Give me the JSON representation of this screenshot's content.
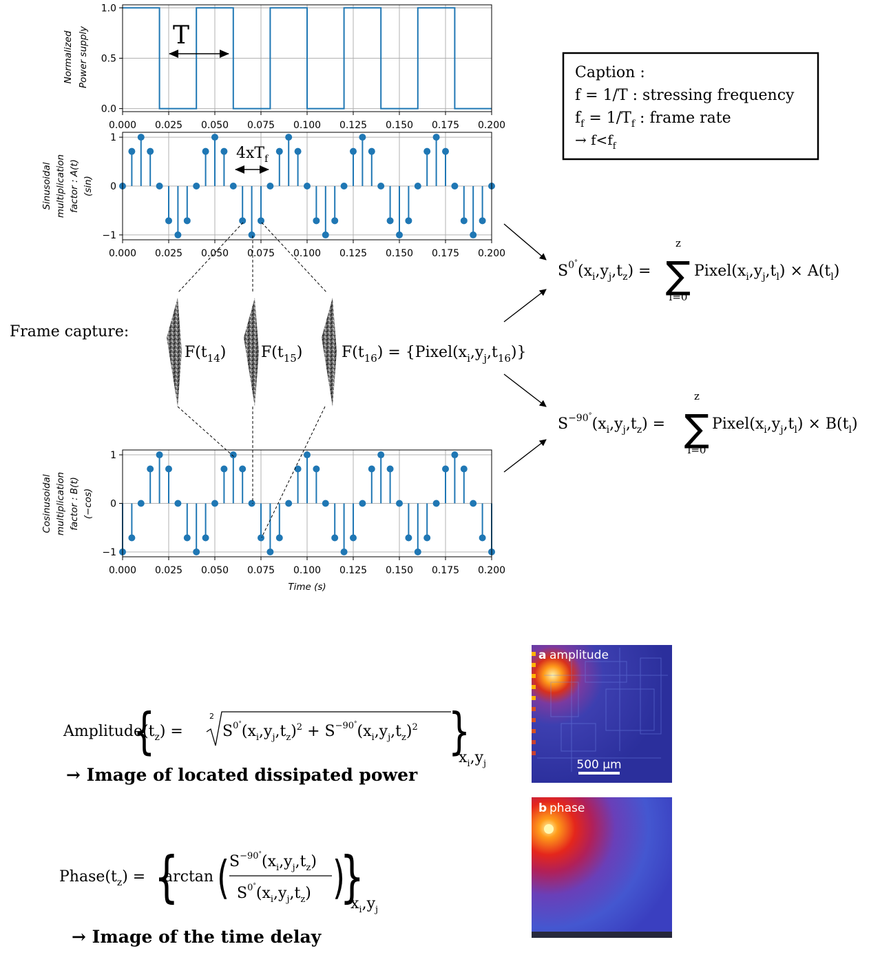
{
  "colors": {
    "series": "#1f77b4"
  },
  "chart_data": [
    {
      "type": "line",
      "step": true,
      "ylabel": [
        "Normalized",
        "Power supply"
      ],
      "xlim": [
        0.0,
        0.2
      ],
      "ylim": [
        -0.03,
        1.03
      ],
      "grid": true,
      "xticks": [
        "0.000",
        "0.025",
        "0.050",
        "0.075",
        "0.100",
        "0.125",
        "0.150",
        "0.175",
        "0.200"
      ],
      "yticks": [
        "0.0",
        "0.5",
        "1.0"
      ],
      "ytick_values": [
        0,
        0.5,
        1
      ],
      "x": [
        0.0,
        0.02,
        0.02,
        0.04,
        0.04,
        0.06,
        0.06,
        0.08,
        0.08,
        0.1,
        0.1,
        0.12,
        0.12,
        0.14,
        0.14,
        0.16,
        0.16,
        0.18,
        0.18,
        0.2
      ],
      "y": [
        1,
        1,
        0,
        0,
        1,
        1,
        0,
        0,
        1,
        1,
        0,
        0,
        1,
        1,
        0,
        0,
        1,
        1,
        0,
        0
      ],
      "annotation": "T"
    },
    {
      "type": "stem",
      "ylabel": [
        "Sinusoidal",
        "multiplication",
        "factor : A(t)",
        "(sin)"
      ],
      "xlim": [
        0.0,
        0.2
      ],
      "ylim": [
        -1.1,
        1.1
      ],
      "grid": true,
      "xticks": [
        "0.000",
        "0.025",
        "0.050",
        "0.075",
        "0.100",
        "0.125",
        "0.150",
        "0.175",
        "0.200"
      ],
      "yticks": [
        "−1",
        "0",
        "1"
      ],
      "ytick_values": [
        -1,
        0,
        1
      ],
      "x": [
        0.0,
        0.005,
        0.01,
        0.015,
        0.02,
        0.025,
        0.03,
        0.035,
        0.04,
        0.045,
        0.05,
        0.055,
        0.06,
        0.065,
        0.07,
        0.075,
        0.08,
        0.085,
        0.09,
        0.095,
        0.1,
        0.105,
        0.11,
        0.115,
        0.12,
        0.125,
        0.13,
        0.135,
        0.14,
        0.145,
        0.15,
        0.155,
        0.16,
        0.165,
        0.17,
        0.175,
        0.18,
        0.185,
        0.19,
        0.195,
        0.2
      ],
      "y": [
        0,
        0.71,
        1,
        0.71,
        0,
        -0.71,
        -1,
        -0.71,
        0,
        0.71,
        1,
        0.71,
        0,
        -0.71,
        -1,
        -0.71,
        0,
        0.71,
        1,
        0.71,
        0,
        -0.71,
        -1,
        -0.71,
        0,
        0.71,
        1,
        0.71,
        0,
        -0.71,
        -1,
        -0.71,
        0,
        0.71,
        1,
        0.71,
        0,
        -0.71,
        -1,
        -0.71,
        0
      ],
      "annotation": "4xT",
      "annotation_sub": "f"
    },
    {
      "type": "stem",
      "ylabel": [
        "Cosinusoidal",
        "multiplication",
        "factor : B(t)",
        "(−cos)"
      ],
      "xlabel": "Time (s)",
      "xlim": [
        0.0,
        0.2
      ],
      "ylim": [
        -1.1,
        1.1
      ],
      "grid": true,
      "xticks": [
        "0.000",
        "0.025",
        "0.050",
        "0.075",
        "0.100",
        "0.125",
        "0.150",
        "0.175",
        "0.200"
      ],
      "yticks": [
        "−1",
        "0",
        "1"
      ],
      "ytick_values": [
        -1,
        0,
        1
      ],
      "x": [
        0.0,
        0.005,
        0.01,
        0.015,
        0.02,
        0.025,
        0.03,
        0.035,
        0.04,
        0.045,
        0.05,
        0.055,
        0.06,
        0.065,
        0.07,
        0.075,
        0.08,
        0.085,
        0.09,
        0.095,
        0.1,
        0.105,
        0.11,
        0.115,
        0.12,
        0.125,
        0.13,
        0.135,
        0.14,
        0.145,
        0.15,
        0.155,
        0.16,
        0.165,
        0.17,
        0.175,
        0.18,
        0.185,
        0.19,
        0.195,
        0.2
      ],
      "y": [
        -1,
        -0.71,
        0,
        0.71,
        1,
        0.71,
        0,
        -0.71,
        -1,
        -0.71,
        0,
        0.71,
        1,
        0.71,
        0,
        -0.71,
        -1,
        -0.71,
        0,
        0.71,
        1,
        0.71,
        0,
        -0.71,
        -1,
        -0.71,
        0,
        0.71,
        1,
        0.71,
        0,
        -0.71,
        -1,
        -0.71,
        0,
        0.71,
        1,
        0.71,
        0,
        -0.71,
        -1
      ]
    }
  ],
  "caption": {
    "title": "Caption :",
    "line1": "f = 1/T : stressing frequency",
    "line2_a": "f",
    "line2_sub": "f",
    "line2_b": " = 1/T",
    "line2_sub2": "f",
    "line2_c": " : frame rate",
    "line3_arrow": "→",
    "line3_a": " f<f",
    "line3_sub": "f"
  },
  "frames": {
    "label": "Frame capture:",
    "f14": {
      "pre": "F(t",
      "sub": "14",
      "post": ")"
    },
    "f15": {
      "pre": "F(t",
      "sub": "15",
      "post": ")"
    },
    "f16": {
      "pre": "F(t",
      "sub": "16",
      "mid": ") = {Pixel(x",
      "i": "i",
      "c1": ",y",
      "j": "j",
      "c2": ",t",
      "sub2": "16",
      "post": ")}"
    }
  },
  "eq_s0": {
    "S": "S",
    "sup": "0",
    "deg": "°",
    "args": "(x",
    "i": "i",
    "y": ",y",
    "j": "j",
    "t": ",t",
    "z": "z",
    "close": ") =",
    "sum_top": "z",
    "sum_bot": "l=0",
    "rhs": "Pixel(x",
    "rhs_i": "i",
    "rhs_y": ",y",
    "rhs_j": "j",
    "rhs_t": ",t",
    "rhs_l": "l",
    "rhs_close": ") × A(t",
    "rhs_l2": "l",
    "rhs_end": ")"
  },
  "eq_s90": {
    "S": "S",
    "sup": "−90",
    "deg": "°",
    "rhs_close": ") × B(t"
  },
  "amplitude": {
    "lhs": "Amplitude(t",
    "lhs_sub": "z",
    "lhs_end": ") =",
    "root_index": "2",
    "term": "S",
    "sup0": "0",
    "sup90": "−90",
    "deg": "°",
    "sq": "2",
    "plus": "+",
    "result": "→ Image of located dissipated power"
  },
  "phase": {
    "lhs": "Phase(t",
    "lhs_sub": "z",
    "lhs_end": ") =",
    "fn": "arctan",
    "result": "→ Image of the time delay"
  },
  "subscript_xy": {
    "x": "x",
    "i": "i",
    "comma": ",",
    "y": "y",
    "j": "j"
  },
  "images": {
    "amp_label": "a",
    "amp_title": "amplitude",
    "scale": "500 µm",
    "phase_label": "b",
    "phase_title": "phase"
  }
}
